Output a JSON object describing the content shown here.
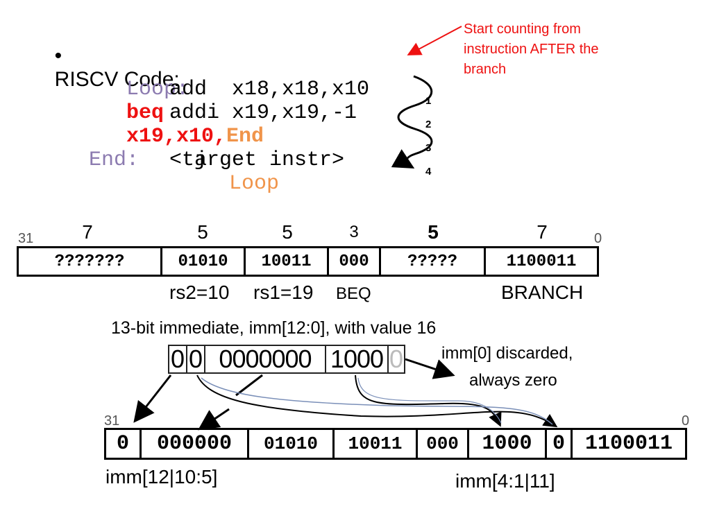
{
  "title": "RISCV Code:",
  "code": {
    "loop_label": "Loop:",
    "beq_op": "beq",
    "beq_regs": "x19,x10,",
    "beq_target": "End",
    "add_line": "add  x18,x18,x10",
    "addi_line": "addi x19,x19,-1",
    "j_op": "j",
    "j_target": "Loop",
    "end_label": "End:",
    "target_line": "<target instr>"
  },
  "annotation": "Start counting from\ninstruction AFTER the\nbranch",
  "wave_counts": [
    "1",
    "2",
    "3",
    "4"
  ],
  "format": {
    "bit_high": "31",
    "bit_low": "0",
    "widths": [
      "7",
      "5",
      "5",
      "3",
      "5",
      "7"
    ],
    "fields": [
      "???????",
      "01010",
      "10011",
      "000",
      "?????",
      "1100011"
    ],
    "labels": {
      "rs2": "rs2=10",
      "rs1": "rs1=19",
      "funct3": "BEQ",
      "opcode": "BRANCH"
    }
  },
  "immediate": {
    "caption": "13-bit immediate, imm[12:0], with value 16",
    "bits": [
      "0",
      "0",
      "0000000",
      "1000",
      "0"
    ],
    "discard_note_1": "imm[0] discarded,",
    "discard_note_2": "always zero"
  },
  "encoded": {
    "bit_high": "31",
    "bit_low": "0",
    "fields": [
      "0",
      "000000",
      "01010",
      "10011",
      "000",
      "1000",
      "0",
      "1100011"
    ],
    "label_left": "imm[12|10:5]",
    "label_right": "imm[4:1|11]"
  },
  "colors": {
    "red": "#ee1111",
    "orange": "#f0944a",
    "purple": "#8c7bb0",
    "arrow_blue": "#7a8fb8"
  }
}
